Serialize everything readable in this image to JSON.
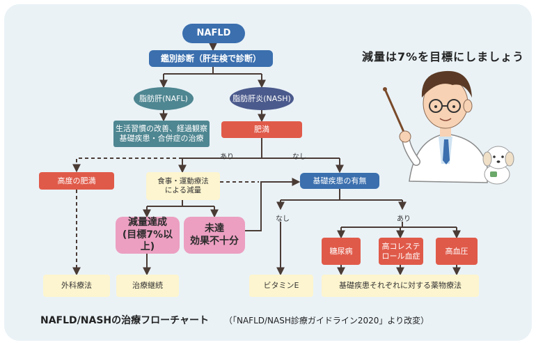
{
  "nodes": {
    "nafld": "NAFLD",
    "diagnosis": "鑑別診断（肝生検で診断）",
    "nafl": "脂肪肝(NAFL)",
    "nash": "脂肪肝炎(NASH)",
    "lifestyle": "生活習慣の改善、経過観察\n基礎疾患・合併症の治療",
    "obesity": "肥満",
    "severe_obesity": "高度の肥満",
    "diet_exercise": "食事・運動療法\nによる減量",
    "comorbidity": "基礎疾患の有無",
    "goal_met": "減量達成\n(目標7%以上)",
    "goal_not_met": "未達\n効果不十分",
    "diabetes": "糖尿病",
    "hyperlipidemia": "高コレステ\nロール血症",
    "hypertension": "高血圧",
    "surgery": "外科療法",
    "continue_treatment": "治療継続",
    "vitamin_e": "ビタミンE",
    "drug_therapy": "基礎疾患それぞれに対する薬物療法"
  },
  "labels": {
    "yes_top": "あり",
    "no_top": "なし",
    "no_bottom": "なし",
    "yes_bottom": "あり"
  },
  "headline": "減量は7%を目標にしましょう",
  "caption": {
    "title": "NAFLD/NASHの治療フローチャート",
    "source": "（「NAFLD/NASH診療ガイドライン2020」より改変）"
  },
  "colors": {
    "blue": "#3b6fae",
    "teal": "#4e8691",
    "indigo": "#4b5a8c",
    "red": "#e05a49",
    "cream": "#fdf5cf",
    "pink": "#ec9fc1",
    "arrow": "#4a3b35",
    "background": "#eaf2f6"
  },
  "illustration": {
    "icons": [
      "doctor-with-pointer",
      "puppy"
    ]
  }
}
